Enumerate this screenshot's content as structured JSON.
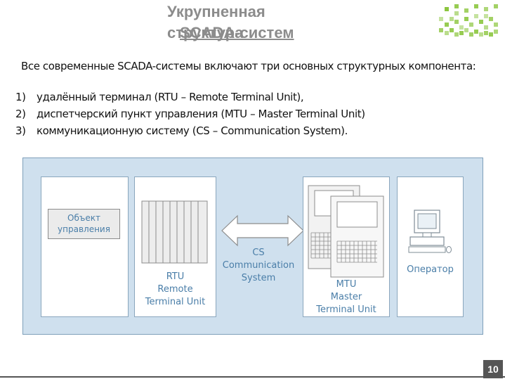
{
  "slide": {
    "title_line1": "Укрупненная",
    "title_line2": "структура",
    "title_line3": "SCADA-систем",
    "intro": "Все современные SCADA-системы включают три основных структурных компонента:",
    "list": [
      {
        "num": "1)",
        "text": "удалённый терминал (RTU – Remote Terminal Unit),"
      },
      {
        "num": "2)",
        "text": "диспетчерский пункт управления (MTU – Master Terminal Unit)"
      },
      {
        "num": "3)",
        "text": "коммуникационную систему (CS – Communication System)."
      }
    ],
    "page_number": "10"
  },
  "diagram": {
    "object_label_1": "Объект",
    "object_label_2": "управления",
    "rtu_1": "RTU",
    "rtu_2": "Remote",
    "rtu_3": "Terminal Unit",
    "cs_1": "CS",
    "cs_2": "Communication",
    "cs_3": "System",
    "mtu_1": "MTU",
    "mtu_2": "Master",
    "mtu_3": "Terminal Unit",
    "operator": "Оператор"
  },
  "colors": {
    "diagram_bg": "#cfe0ee",
    "label_blue": "#4a7ea8",
    "logo_green": "#8cc63f"
  },
  "icons": [
    "logo-grid-icon",
    "rtu-rack-icon",
    "double-arrow-icon",
    "mtu-terminal-icon",
    "computer-icon"
  ]
}
